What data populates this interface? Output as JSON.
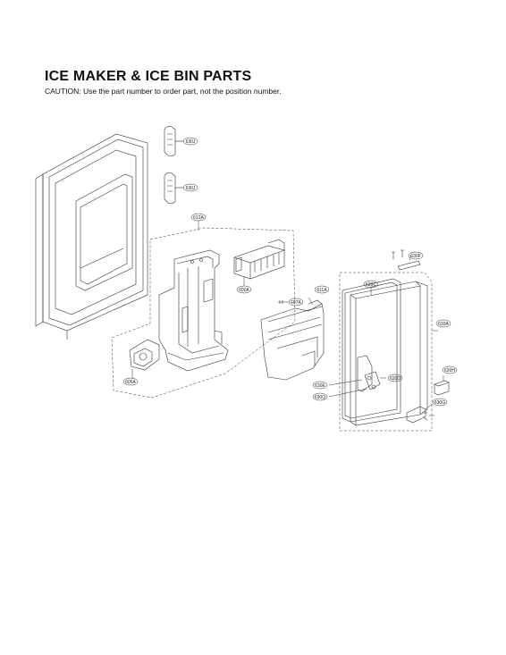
{
  "header": {
    "title": "ICE MAKER & ICE BIN PARTS",
    "caution": "CAUTION: Use the part number to order part, not the position number."
  },
  "callouts": [
    {
      "id": "630J_top",
      "text": "630J"
    },
    {
      "id": "630J_bottom",
      "text": "630J"
    },
    {
      "id": "612A",
      "text": "612A"
    },
    {
      "id": "600A",
      "text": "600A"
    },
    {
      "id": "606A",
      "text": "606A"
    },
    {
      "id": "607A",
      "text": "607A"
    },
    {
      "id": "611A",
      "text": "611A"
    },
    {
      "id": "630C",
      "text": "630C"
    },
    {
      "id": "630F",
      "text": "630F"
    },
    {
      "id": "630A",
      "text": "630A"
    },
    {
      "id": "630H",
      "text": "630H"
    },
    {
      "id": "630D",
      "text": "630D"
    },
    {
      "id": "630E",
      "text": "630E"
    },
    {
      "id": "630Q",
      "text": "630Q"
    },
    {
      "id": "630G",
      "text": "630G"
    }
  ]
}
